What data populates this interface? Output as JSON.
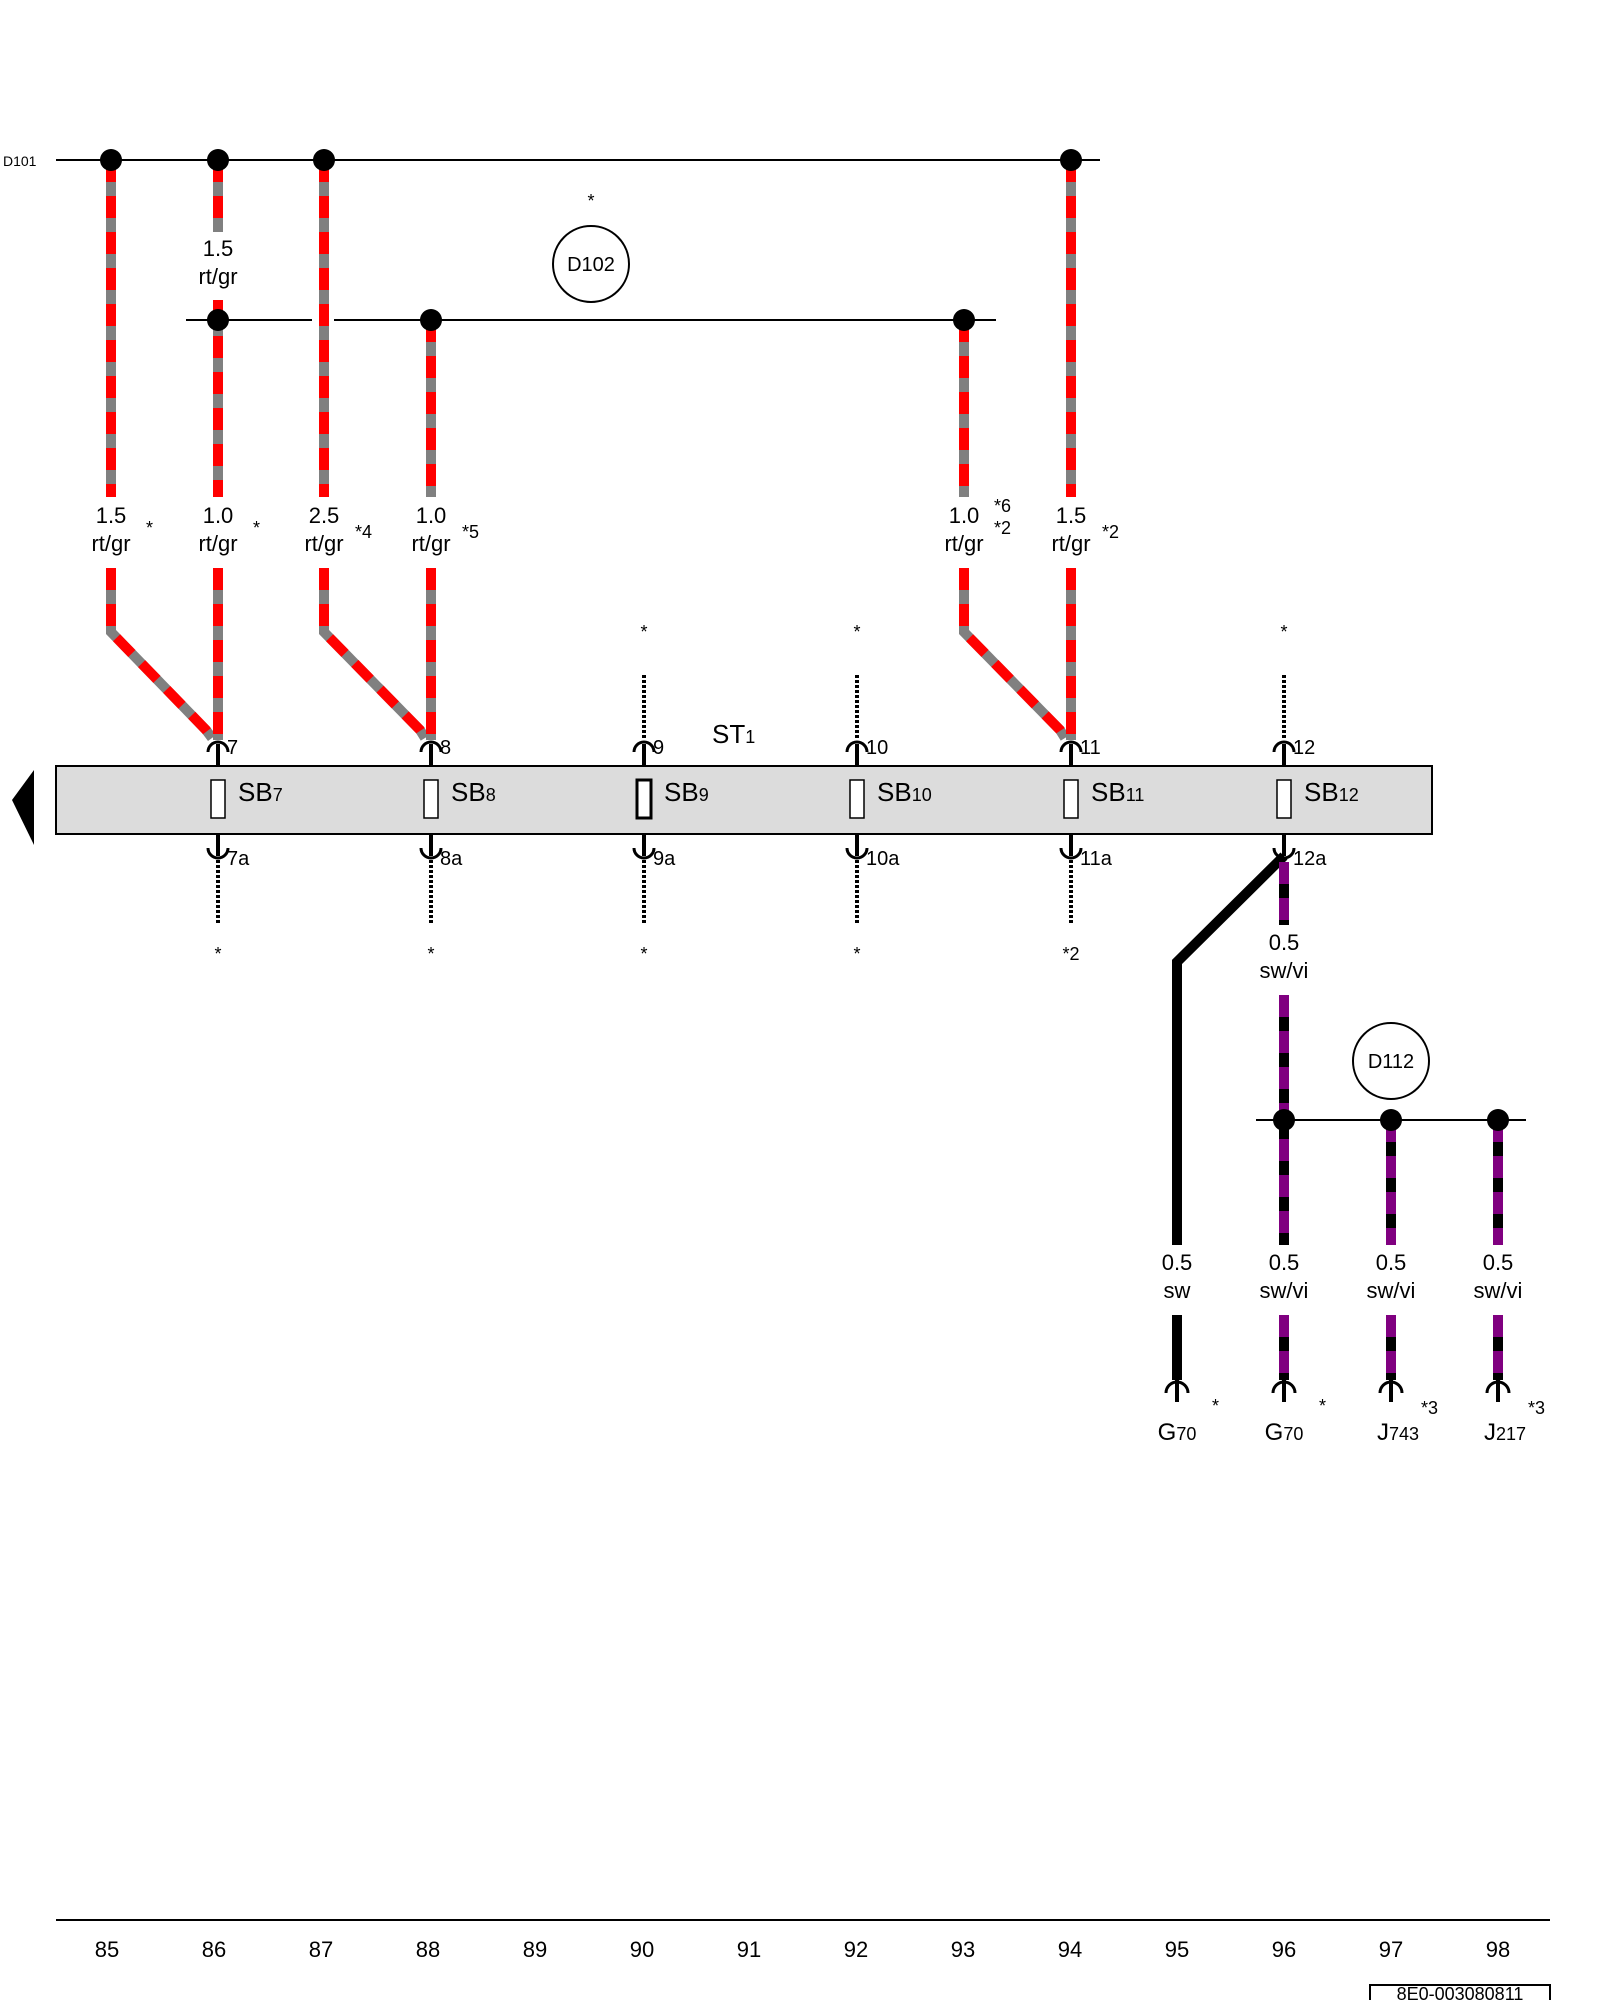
{
  "bus": {
    "d101": "D101",
    "d102": "D102",
    "d102_note": "*",
    "d112": "D112"
  },
  "fuse_block": {
    "name": "ST",
    "name_sub": "1",
    "fuses": [
      {
        "name": "SB",
        "sub": "7",
        "in": "7",
        "out": "7a",
        "in_note": "",
        "out_note": "*"
      },
      {
        "name": "SB",
        "sub": "8",
        "in": "8",
        "out": "8a",
        "in_note": "",
        "out_note": "*"
      },
      {
        "name": "SB",
        "sub": "9",
        "in": "9",
        "out": "9a",
        "in_note": "*",
        "out_note": "*"
      },
      {
        "name": "SB",
        "sub": "10",
        "in": "10",
        "out": "10a",
        "in_note": "*",
        "out_note": "*"
      },
      {
        "name": "SB",
        "sub": "11",
        "in": "11",
        "out": "11a",
        "in_note": "",
        "out_note": "*2"
      },
      {
        "name": "SB",
        "sub": "12",
        "in": "12",
        "out": "12a",
        "in_note": "*",
        "out_note": ""
      }
    ]
  },
  "wires_top": [
    {
      "size": "1.5",
      "color": "rt/gr",
      "note": "*"
    },
    {
      "size": "1.0",
      "color": "rt/gr",
      "note": "*"
    },
    {
      "size": "2.5",
      "color": "rt/gr",
      "note": "*4"
    },
    {
      "size": "1.0",
      "color": "rt/gr",
      "note": "*5"
    },
    {
      "size": "1.0",
      "color": "rt/gr",
      "note": "*6",
      "note2": "*2"
    },
    {
      "size": "1.5",
      "color": "rt/gr",
      "note": "*2"
    }
  ],
  "wire_short": {
    "size": "1.5",
    "color": "rt/gr"
  },
  "wire_sb12": {
    "size": "0.5",
    "color": "sw/vi"
  },
  "wires_bottom": [
    {
      "size": "0.5",
      "color": "sw",
      "comp": "G",
      "comp_sub": "70",
      "note": "*"
    },
    {
      "size": "0.5",
      "color": "sw/vi",
      "comp": "G",
      "comp_sub": "70",
      "note": "*"
    },
    {
      "size": "0.5",
      "color": "sw/vi",
      "comp": "J",
      "comp_sub": "743",
      "note": "*3"
    },
    {
      "size": "0.5",
      "color": "sw/vi",
      "comp": "J",
      "comp_sub": "217",
      "note": "*3"
    }
  ],
  "columns": [
    "85",
    "86",
    "87",
    "88",
    "89",
    "90",
    "91",
    "92",
    "93",
    "94",
    "95",
    "96",
    "97",
    "98"
  ],
  "doc_code": "8E0-003080811",
  "colors": {
    "red": "#ff0000",
    "grey": "#808080",
    "violet": "#800080",
    "black": "#000000",
    "block_fill": "#dcdcdc"
  }
}
